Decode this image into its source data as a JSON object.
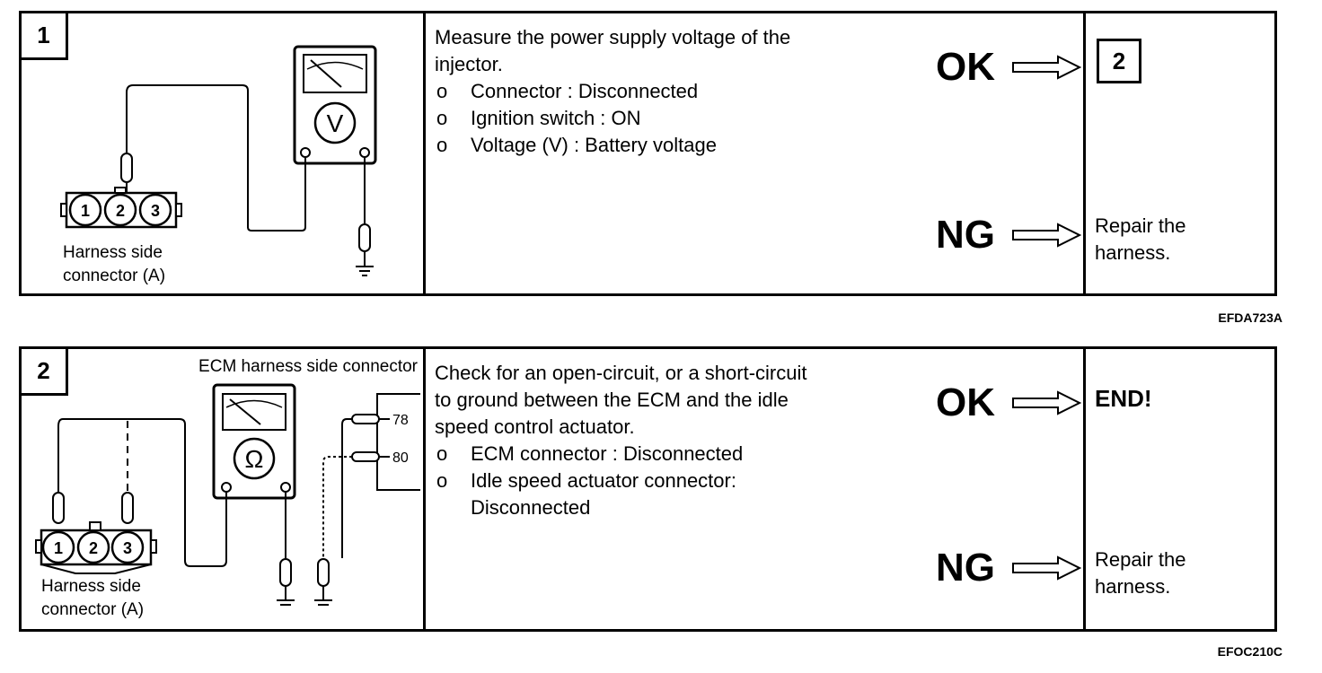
{
  "steps": [
    {
      "number": "1",
      "figure_label": [
        "Harness side",
        "connector (A)"
      ],
      "meter_symbol": "V",
      "pins": [
        "1",
        "2",
        "3"
      ],
      "instruction_intro": "Measure the power supply voltage of the injector.",
      "instruction_lines": [
        "Measure the power supply voltage of the",
        "injector."
      ],
      "bullets": [
        "Connector : Disconnected",
        "Ignition switch : ON",
        "Voltage (V) : Battery voltage"
      ],
      "bullet_mark": "o",
      "ok": {
        "label": "OK",
        "result_box": "2"
      },
      "ng": {
        "label": "NG",
        "result_lines": [
          "Repair the",
          "harness."
        ]
      },
      "figure_code": "EFDA723A"
    },
    {
      "number": "2",
      "ecm_label": "ECM harness side connector",
      "figure_label": [
        "Harness side",
        "connector (A)"
      ],
      "meter_symbol": "Ω",
      "pins": [
        "1",
        "2",
        "3"
      ],
      "ecm_pins": [
        "78",
        "80"
      ],
      "instruction_lines": [
        "Check for an open-circuit, or a short-circuit",
        "to ground between the ECM and the idle",
        "speed control actuator."
      ],
      "bullets": [
        "ECM connector : Disconnected",
        "Idle speed actuator connector:"
      ],
      "bullet_continuation": "Disconnected",
      "bullet_mark": "o",
      "ok": {
        "label": "OK",
        "result_text": "END!"
      },
      "ng": {
        "label": "NG",
        "result_lines": [
          "Repair the",
          "harness."
        ]
      },
      "figure_code": "EFOC210C"
    }
  ]
}
